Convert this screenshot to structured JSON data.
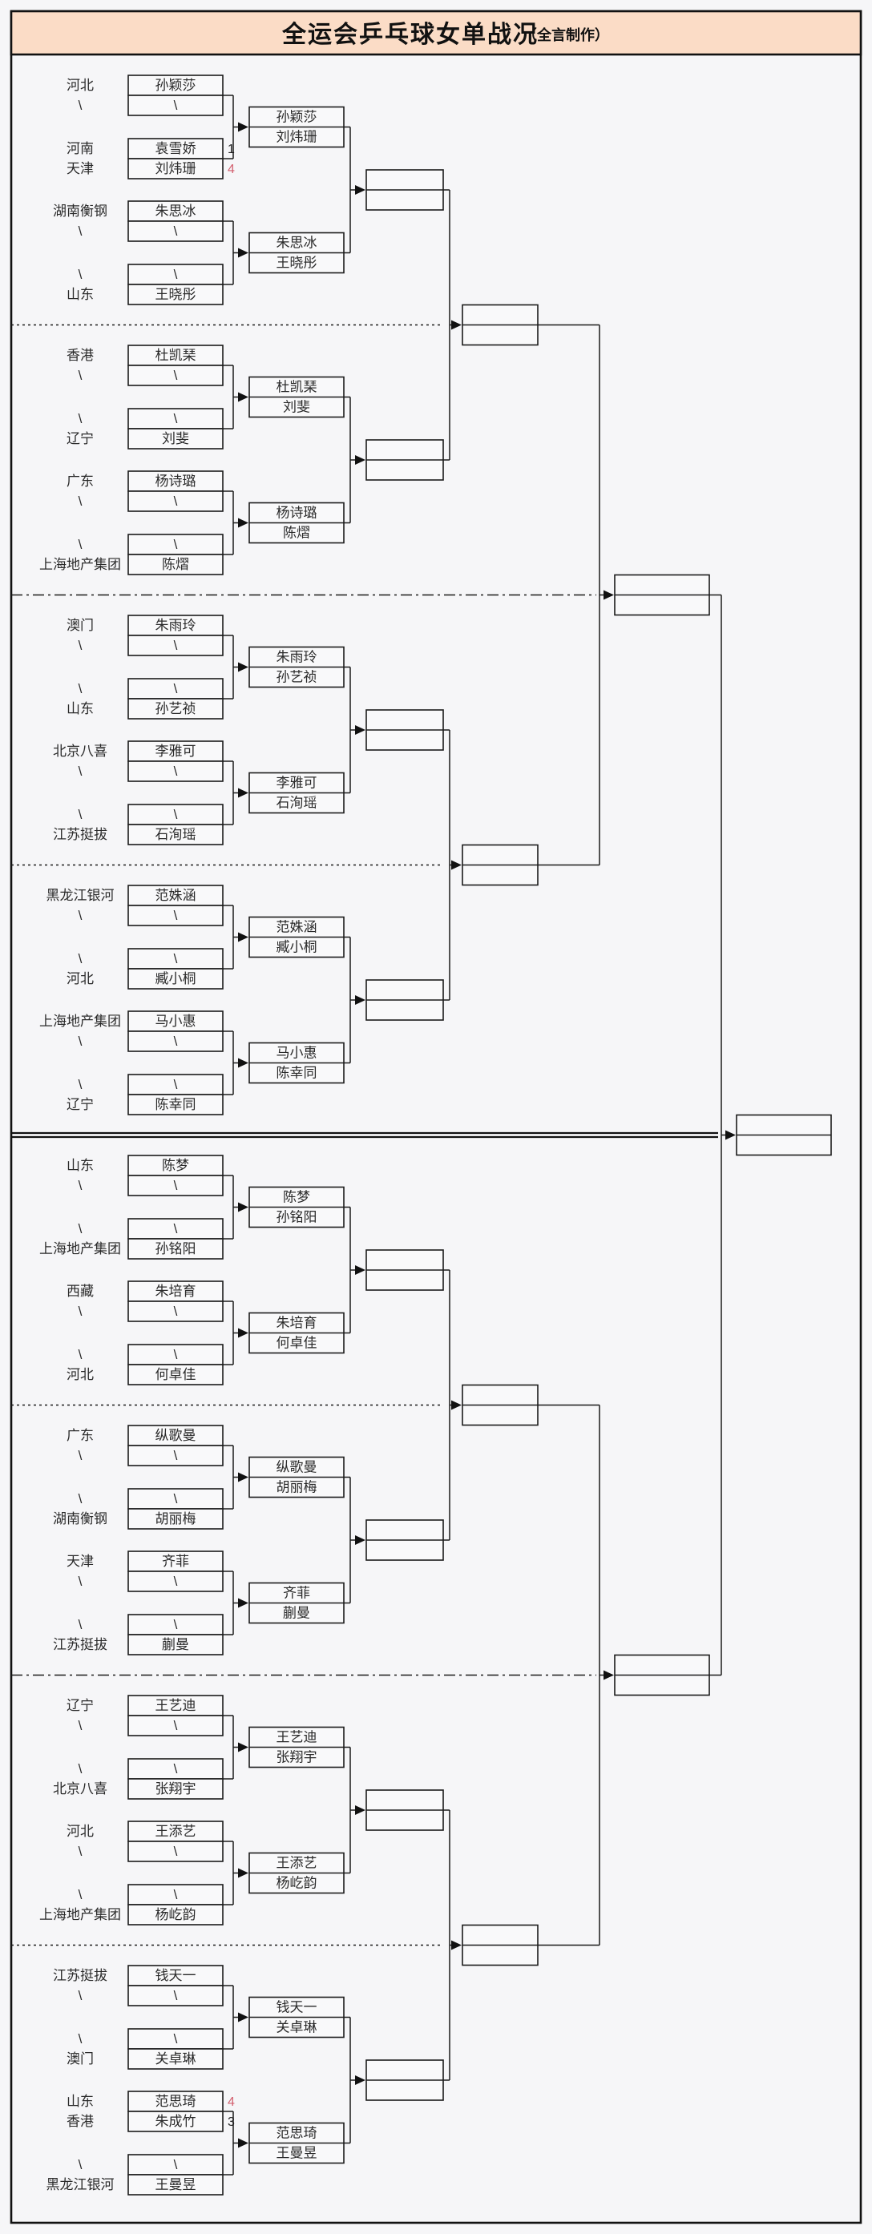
{
  "title": {
    "main": "全运会乒乓球女单战况",
    "credit": "（全言制作）"
  },
  "colors": {
    "page_bg": "#f6f6f8",
    "title_bg": "#fbdcc6",
    "line": "#1b1b1b",
    "text": "#2a2a2a",
    "score_black": "#222222",
    "score_red": "#d25f6e"
  },
  "bracket": {
    "bye_mark": "\\",
    "separator_styles": [
      "dotted",
      "dashdot",
      "dotted",
      "solid",
      "dotted",
      "dashdot",
      "dotted"
    ],
    "sections": [
      {
        "groups": [
          {
            "slots": [
              {
                "team": "河北",
                "player": "孙颖莎"
              },
              {
                "team": "\\",
                "player": "\\"
              },
              {
                "team": "河南",
                "player": "袁雪娇",
                "score": "1",
                "score_color": "black"
              },
              {
                "team": "天津",
                "player": "刘炜珊",
                "score": "4",
                "score_color": "red"
              }
            ],
            "winner_pair": [
              "孙颖莎",
              "刘炜珊"
            ]
          },
          {
            "slots": [
              {
                "team": "湖南衡钢",
                "player": "朱思冰"
              },
              {
                "team": "\\",
                "player": "\\"
              },
              {
                "team": "\\",
                "player": "\\"
              },
              {
                "team": "山东",
                "player": "王晓彤"
              }
            ],
            "winner_pair": [
              "朱思冰",
              "王晓彤"
            ]
          }
        ]
      },
      {
        "groups": [
          {
            "slots": [
              {
                "team": "香港",
                "player": "杜凯琹"
              },
              {
                "team": "\\",
                "player": "\\"
              },
              {
                "team": "\\",
                "player": "\\"
              },
              {
                "team": "辽宁",
                "player": "刘斐"
              }
            ],
            "winner_pair": [
              "杜凯琹",
              "刘斐"
            ]
          },
          {
            "slots": [
              {
                "team": "广东",
                "player": "杨诗璐"
              },
              {
                "team": "\\",
                "player": "\\"
              },
              {
                "team": "\\",
                "player": "\\"
              },
              {
                "team": "上海地产集团",
                "player": "陈熠"
              }
            ],
            "winner_pair": [
              "杨诗璐",
              "陈熠"
            ]
          }
        ]
      },
      {
        "groups": [
          {
            "slots": [
              {
                "team": "澳门",
                "player": "朱雨玲"
              },
              {
                "team": "\\",
                "player": "\\"
              },
              {
                "team": "\\",
                "player": "\\"
              },
              {
                "team": "山东",
                "player": "孙艺祯"
              }
            ],
            "winner_pair": [
              "朱雨玲",
              "孙艺祯"
            ]
          },
          {
            "slots": [
              {
                "team": "北京八喜",
                "player": "李雅可"
              },
              {
                "team": "\\",
                "player": "\\"
              },
              {
                "team": "\\",
                "player": "\\"
              },
              {
                "team": "江苏挺拔",
                "player": "石洵瑶"
              }
            ],
            "winner_pair": [
              "李雅可",
              "石洵瑶"
            ]
          }
        ]
      },
      {
        "groups": [
          {
            "slots": [
              {
                "team": "黑龙江银河",
                "player": "范姝涵"
              },
              {
                "team": "\\",
                "player": "\\"
              },
              {
                "team": "\\",
                "player": "\\"
              },
              {
                "team": "河北",
                "player": "臧小桐"
              }
            ],
            "winner_pair": [
              "范姝涵",
              "臧小桐"
            ]
          },
          {
            "slots": [
              {
                "team": "上海地产集团",
                "player": "马小惠"
              },
              {
                "team": "\\",
                "player": "\\"
              },
              {
                "team": "\\",
                "player": "\\"
              },
              {
                "team": "辽宁",
                "player": "陈幸同"
              }
            ],
            "winner_pair": [
              "马小惠",
              "陈幸同"
            ]
          }
        ]
      },
      {
        "groups": [
          {
            "slots": [
              {
                "team": "山东",
                "player": "陈梦"
              },
              {
                "team": "\\",
                "player": "\\"
              },
              {
                "team": "\\",
                "player": "\\"
              },
              {
                "team": "上海地产集团",
                "player": "孙铭阳"
              }
            ],
            "winner_pair": [
              "陈梦",
              "孙铭阳"
            ]
          },
          {
            "slots": [
              {
                "team": "西藏",
                "player": "朱培育"
              },
              {
                "team": "\\",
                "player": "\\"
              },
              {
                "team": "\\",
                "player": "\\"
              },
              {
                "team": "河北",
                "player": "何卓佳"
              }
            ],
            "winner_pair": [
              "朱培育",
              "何卓佳"
            ]
          }
        ]
      },
      {
        "groups": [
          {
            "slots": [
              {
                "team": "广东",
                "player": "纵歌曼"
              },
              {
                "team": "\\",
                "player": "\\"
              },
              {
                "team": "\\",
                "player": "\\"
              },
              {
                "team": "湖南衡钢",
                "player": "胡丽梅"
              }
            ],
            "winner_pair": [
              "纵歌曼",
              "胡丽梅"
            ]
          },
          {
            "slots": [
              {
                "team": "天津",
                "player": "齐菲"
              },
              {
                "team": "\\",
                "player": "\\"
              },
              {
                "team": "\\",
                "player": "\\"
              },
              {
                "team": "江苏挺拔",
                "player": "蒯曼"
              }
            ],
            "winner_pair": [
              "齐菲",
              "蒯曼"
            ]
          }
        ]
      },
      {
        "groups": [
          {
            "slots": [
              {
                "team": "辽宁",
                "player": "王艺迪"
              },
              {
                "team": "\\",
                "player": "\\"
              },
              {
                "team": "\\",
                "player": "\\"
              },
              {
                "team": "北京八喜",
                "player": "张翔宇"
              }
            ],
            "winner_pair": [
              "王艺迪",
              "张翔宇"
            ]
          },
          {
            "slots": [
              {
                "team": "河北",
                "player": "王添艺"
              },
              {
                "team": "\\",
                "player": "\\"
              },
              {
                "team": "\\",
                "player": "\\"
              },
              {
                "team": "上海地产集团",
                "player": "杨屹韵"
              }
            ],
            "winner_pair": [
              "王添艺",
              "杨屹韵"
            ]
          }
        ]
      },
      {
        "groups": [
          {
            "slots": [
              {
                "team": "江苏挺拔",
                "player": "钱天一"
              },
              {
                "team": "\\",
                "player": "\\"
              },
              {
                "team": "\\",
                "player": "\\"
              },
              {
                "team": "澳门",
                "player": "关卓琳"
              }
            ],
            "winner_pair": [
              "钱天一",
              "关卓琳"
            ]
          },
          {
            "slots": [
              {
                "team": "山东",
                "player": "范思琦",
                "score": "4",
                "score_color": "red"
              },
              {
                "team": "香港",
                "player": "朱成竹",
                "score": "3",
                "score_color": "black"
              },
              {
                "team": "\\",
                "player": "\\"
              },
              {
                "team": "黑龙江银河",
                "player": "王曼昱"
              }
            ],
            "winner_pair": [
              "范思琦",
              "王曼昱"
            ]
          }
        ]
      }
    ]
  }
}
